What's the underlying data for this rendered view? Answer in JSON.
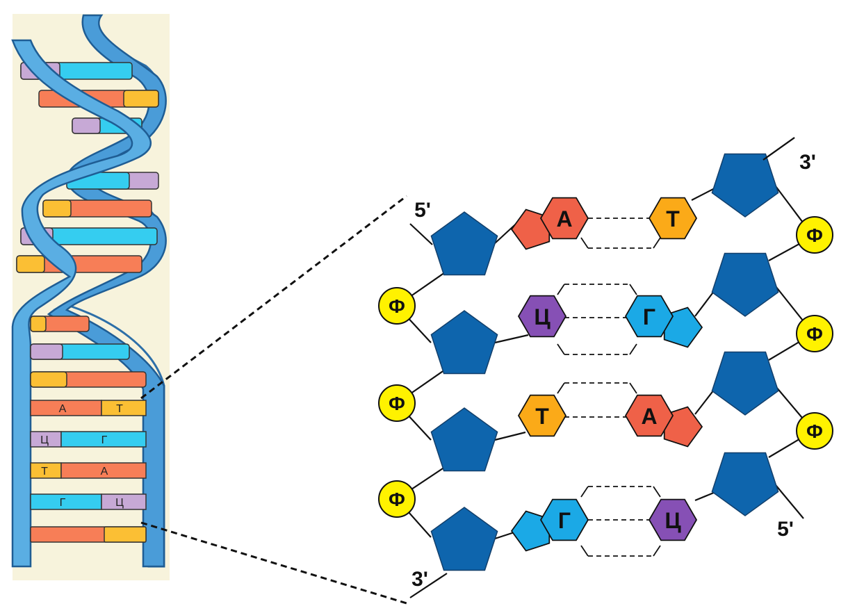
{
  "colors": {
    "sugar": "#0e65ad",
    "phosphate": "#fff200",
    "adenine": "#ef6148",
    "thymine": "#fbaa18",
    "cytosine": "#8650b5",
    "guanine": "#1ba9e6",
    "backbone": "#4a9cd8",
    "rung_cyan": "#35cdf0",
    "rung_lilac": "#c7a9d6"
  },
  "strand_ends": {
    "top_left": "5'",
    "top_right": "3'",
    "bottom_left": "3'",
    "bottom_right": "5'"
  },
  "phosphate_label": "Ф",
  "pairs": [
    {
      "left": "А",
      "right": "Т"
    },
    {
      "left": "Ц",
      "right": "Г"
    },
    {
      "left": "Т",
      "right": "А"
    },
    {
      "left": "Г",
      "right": "Ц"
    }
  ],
  "helix_pairs": [
    {
      "left": "А",
      "right": "Т"
    },
    {
      "left": "Ц",
      "right": "Г"
    },
    {
      "left": "Т",
      "right": "А"
    },
    {
      "left": "Г",
      "right": "Ц"
    }
  ]
}
